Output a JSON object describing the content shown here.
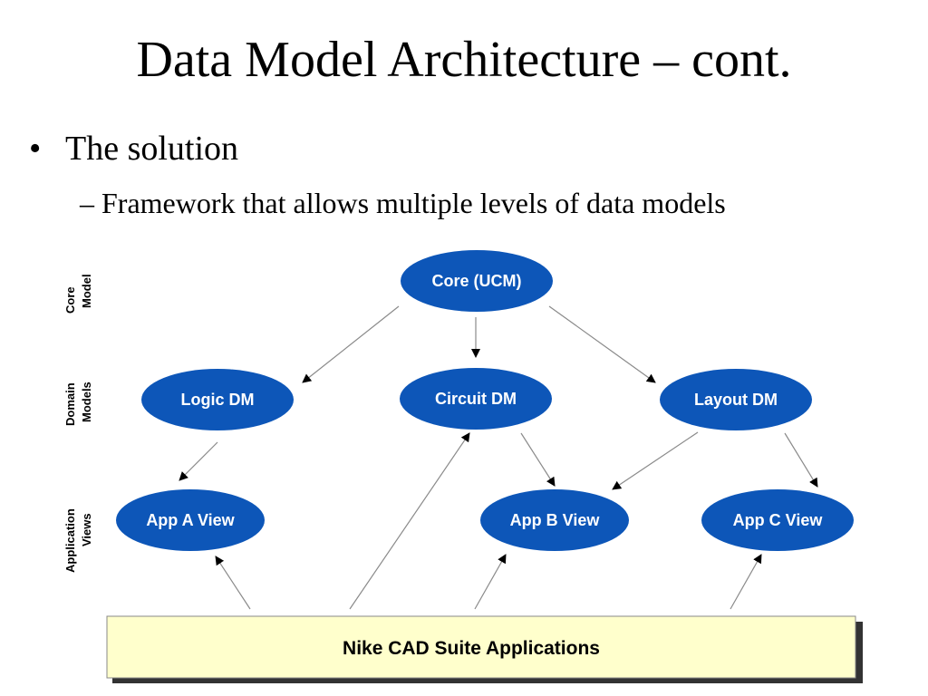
{
  "slide": {
    "title": "Data Model Architecture – cont.",
    "bullet": "•",
    "bullet_text": "The solution",
    "sub_text": "– Framework that allows multiple levels of data models"
  },
  "diagram": {
    "rows": {
      "core": [
        "Core",
        "Model"
      ],
      "domain": [
        "Domain",
        "Models"
      ],
      "application": [
        "Application",
        "Views"
      ]
    },
    "nodes": {
      "core": "Core (UCM)",
      "logic_dm": "Logic DM",
      "circuit_dm": "Circuit DM",
      "layout_dm": "Layout DM",
      "app_a": "App A View",
      "app_b": "App B View",
      "app_c": "App C View"
    },
    "suite": "Nike CAD Suite Applications",
    "colors": {
      "node_fill": "#0d56b8",
      "node_text": "#ffffff",
      "suite_fill": "#ffffcc",
      "arrow": "#8a8a8a"
    }
  }
}
